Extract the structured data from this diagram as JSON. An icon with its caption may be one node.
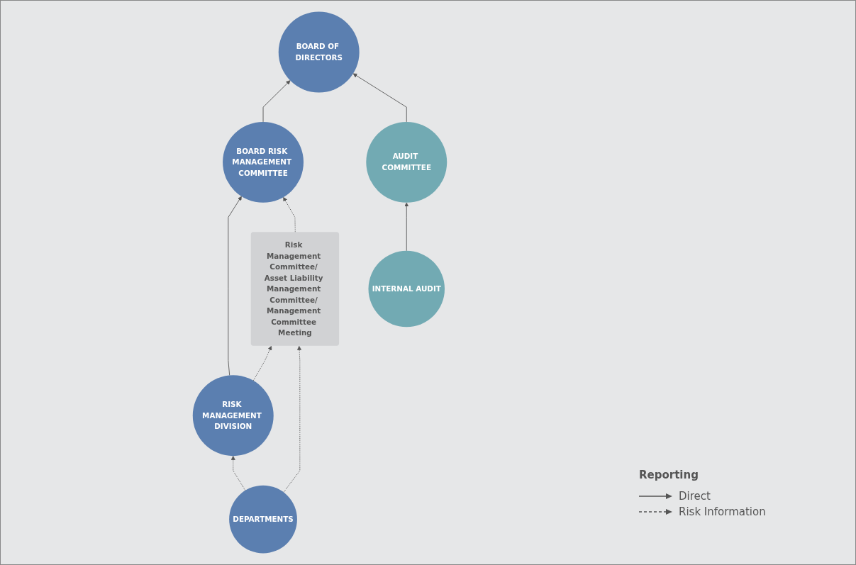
{
  "diagram": {
    "nodes": [
      {
        "text": [
          "BOARD OF DIRECTORS"
        ]
      },
      {
        "text": [
          "BOARD RISK MANAGEMENT COMMITTEE"
        ]
      },
      {
        "text": [
          "Risk Management Committee/ Asset Liability Management Committee/ Management Committee Meeting"
        ]
      },
      {
        "text": [
          "AUDIT COMMITTEE"
        ]
      },
      {
        "text": [
          "RISK MANAGEMENT DIVISION"
        ]
      },
      {
        "text": [
          "INTERNAL AUDIT"
        ]
      },
      {
        "text": [
          "DEPARTMENTS"
        ]
      }
    ],
    "edges": [
      {
        "from": 1,
        "to": 0,
        "arrow": "to"
      },
      {
        "from": 3,
        "to": 0,
        "arrow": "to"
      },
      {
        "from": 4,
        "to": 1,
        "arrow": "to"
      },
      {
        "from": 2,
        "to": 1,
        "arrow": "to",
        "style": "dashed"
      },
      {
        "from": 4,
        "to": 2,
        "arrow": "to",
        "style": "dashed"
      },
      {
        "from": 6,
        "to": 2,
        "arrow": "to",
        "style": "dashed"
      },
      {
        "from": 6,
        "to": 4,
        "arrow": "to",
        "style": "dashed"
      },
      {
        "from": 5,
        "to": 3,
        "arrow": "to"
      }
    ],
    "labels": [
      "Reporting"
    ],
    "legend": [
      {
        "text": "Direct"
      },
      {
        "text": "Risk Information"
      }
    ]
  }
}
